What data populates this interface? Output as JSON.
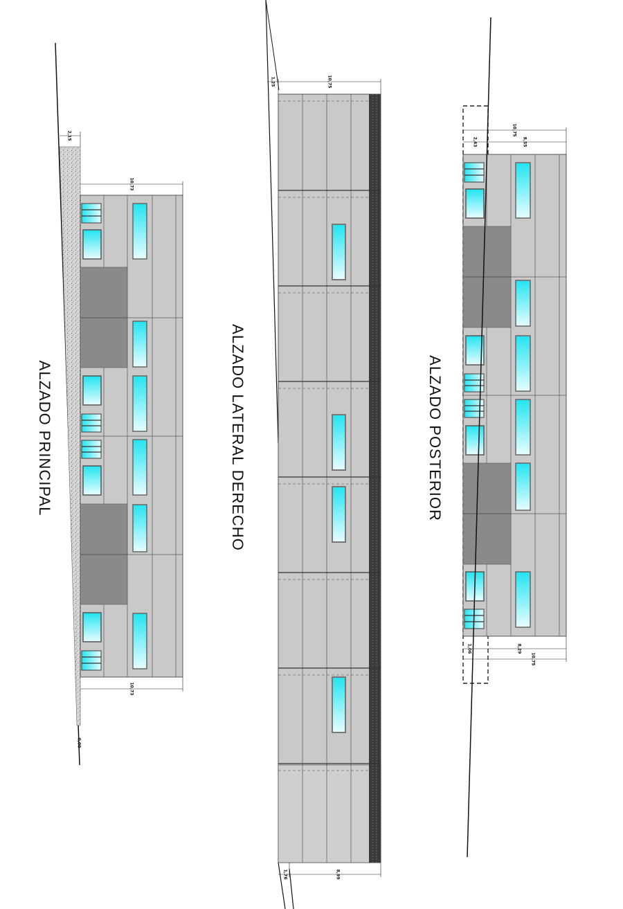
{
  "titles": {
    "principal": "ALZADO PRINCIPAL",
    "lateral": "ALZADO LATERAL DERECHO",
    "posterior": "ALZADO POSTERIOR"
  },
  "dimensions": {
    "principal_top": "10,73",
    "principal_bottom": "10,73",
    "principal_side": "2,15",
    "principal_base": "0,00",
    "lateral_top": "10,75",
    "lateral_side": "1,25",
    "lateral_bottom": "8,99",
    "lateral_bottom_side": "1,76",
    "posterior_top_1": "10,75",
    "posterior_top_2": "8,55",
    "posterior_top_side": "2,43",
    "posterior_bottom_1": "8,29",
    "posterior_bottom_2": "10,75",
    "posterior_bottom_side": "1,06"
  },
  "colors": {
    "facade": "#c9c9c9",
    "facade_dark": "#8a8a8a",
    "glass": "#22e4f0",
    "glass_fade": "#e8fdff",
    "terrain": "#d0d0d0",
    "line": "#111111"
  }
}
